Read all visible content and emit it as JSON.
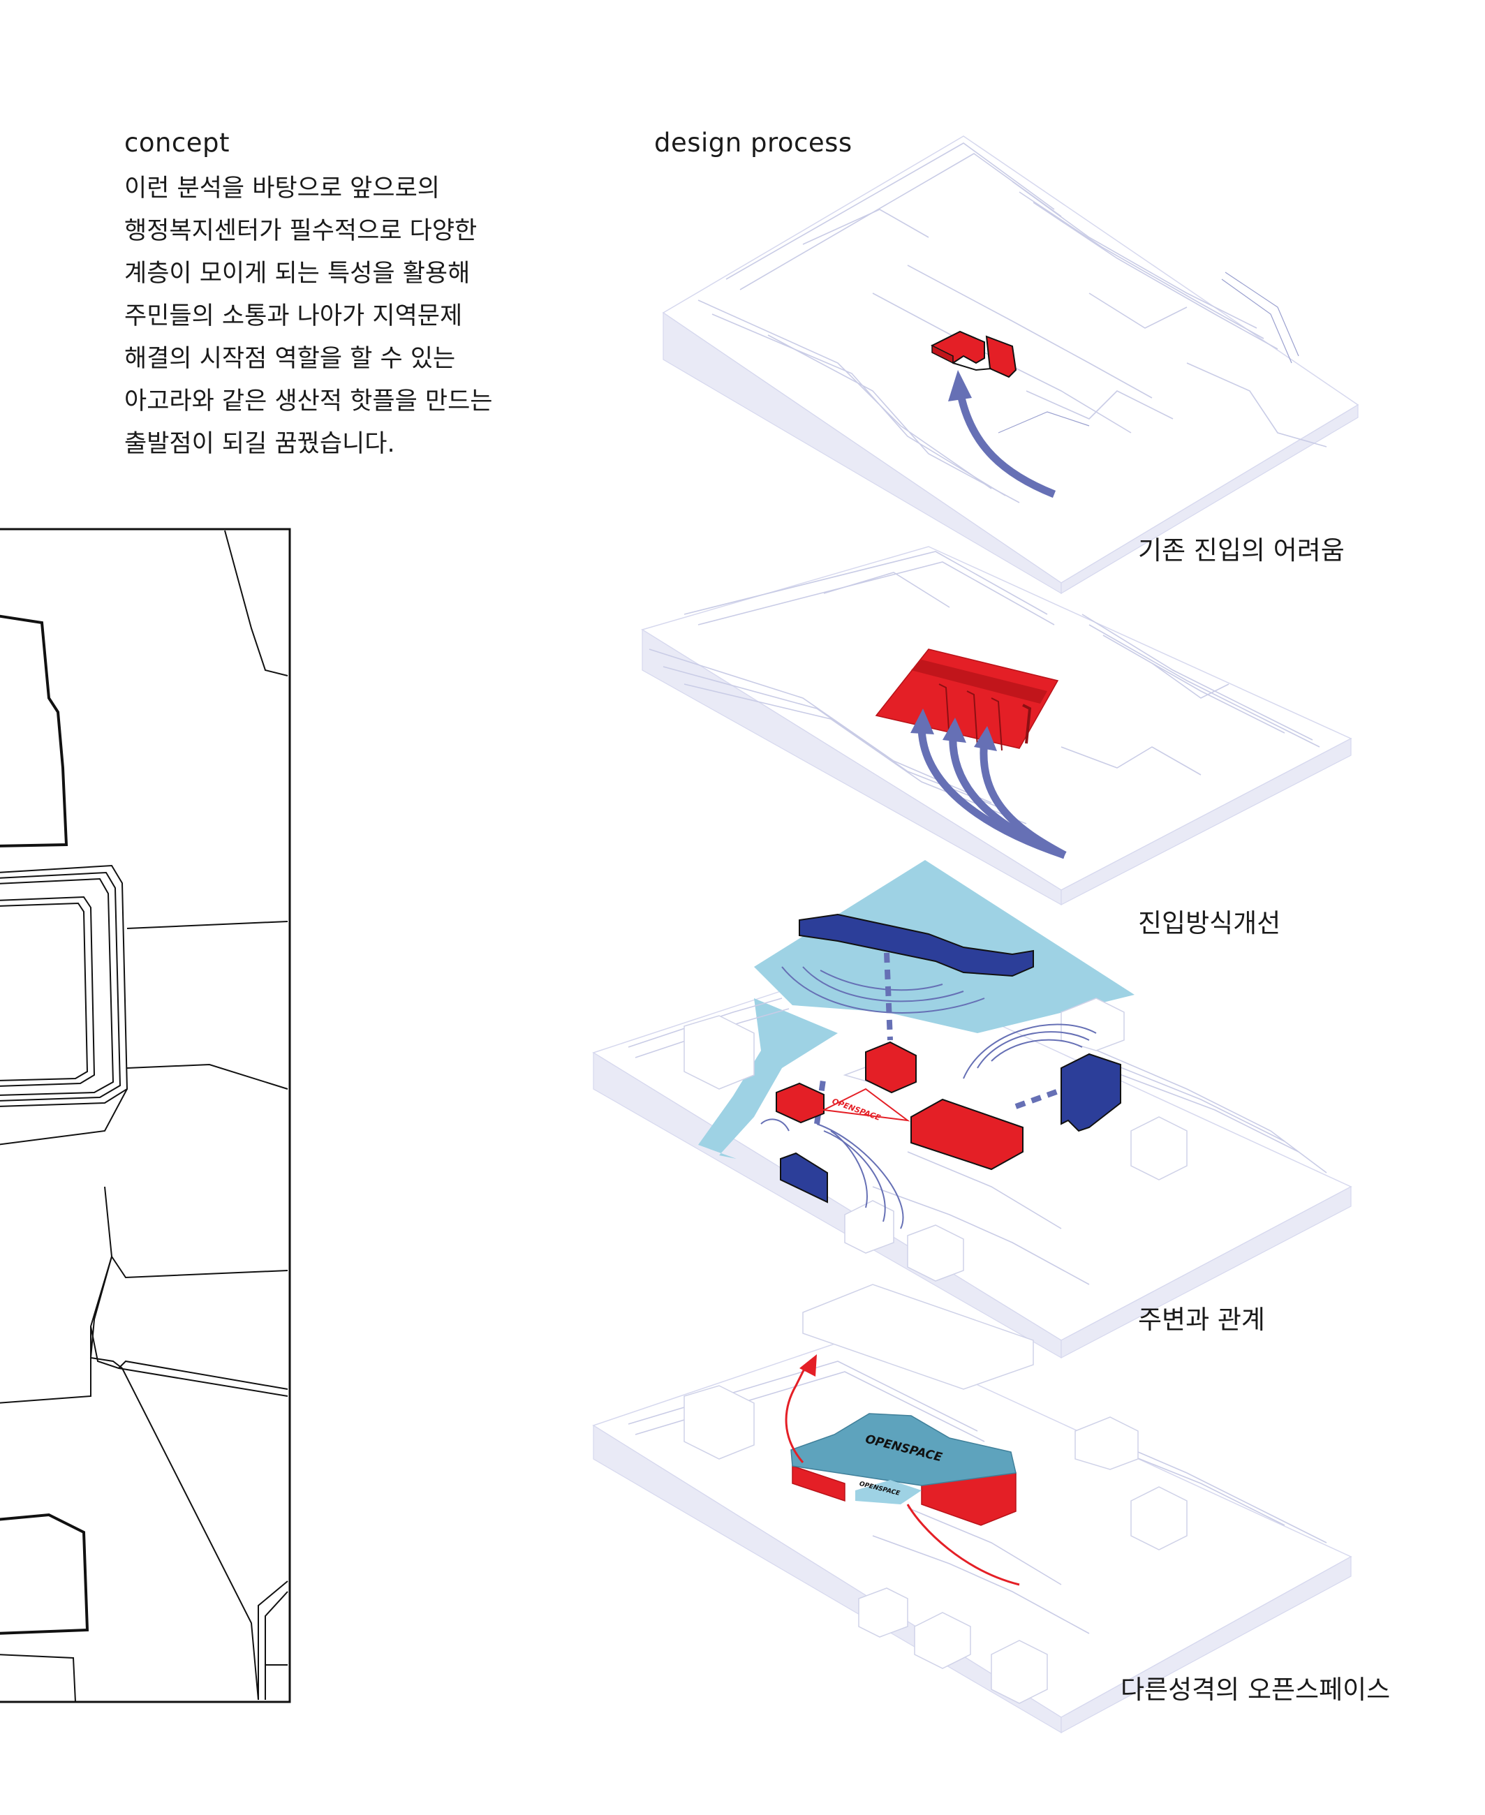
{
  "concept": {
    "title": "concept",
    "lines": [
      "이런 분석을 바탕으로 앞으로의",
      "행정복지센터가 필수적으로 다양한",
      "계층이 모이게 되는 특성을 활용해",
      "주민들의 소통과 나아가 지역문제",
      "해결의 시작점 역할을 할 수 있는",
      "아고라와 같은 생산적 핫플을 만드는",
      "출발점이 되길 꿈꿨습니다."
    ]
  },
  "process": {
    "title": "design process",
    "steps": [
      {
        "caption": "기존 진입의 어려움"
      },
      {
        "caption": "진입방식개선"
      },
      {
        "caption": "주변과 관계"
      },
      {
        "caption": "다른성격의 오픈스페이스"
      }
    ],
    "labels": {
      "openspace_small": "OPENSPACE",
      "openspace_roof": "OPENSPACE",
      "openspace_floor": "OPENSPACE"
    }
  },
  "colors": {
    "accent_red": "#e41f26",
    "accent_blue": "#2c3e99",
    "arrow_blue": "#6670b5",
    "openspace_light": "#9ed2e4",
    "roof_teal": "#5ea3bd"
  }
}
